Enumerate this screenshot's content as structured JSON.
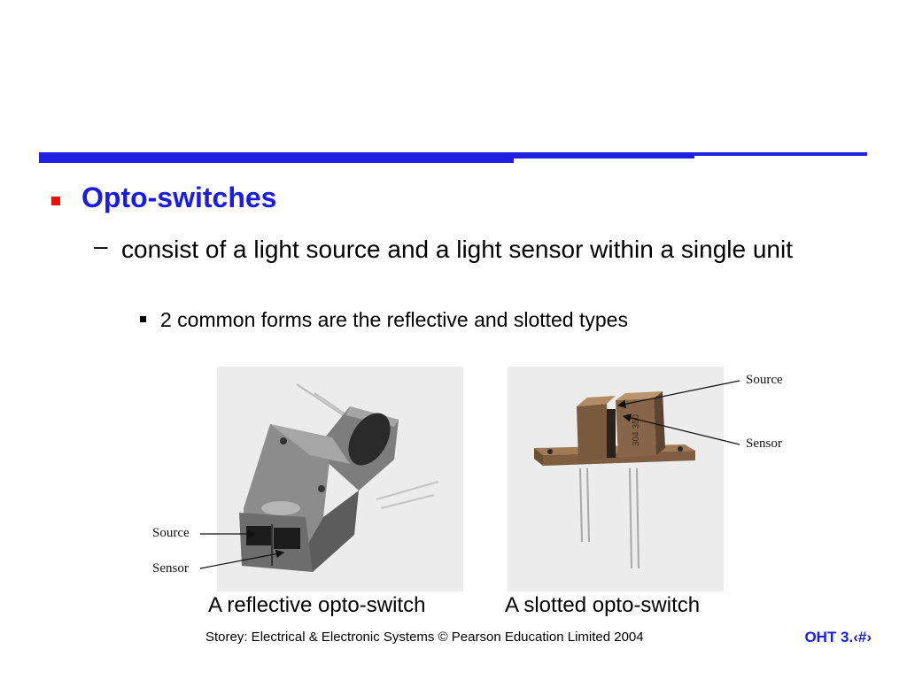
{
  "slide": {
    "heading": "Opto-switches",
    "dash": "–",
    "point": "consist of a light source and a light sensor within a single unit",
    "subpoint": "2 common forms are the reflective and slotted types"
  },
  "figure_left": {
    "caption": "A reflective opto-switch",
    "label_source": "Source",
    "label_sensor": "Sensor"
  },
  "figure_right": {
    "caption": "A slotted opto-switch",
    "label_source": "Source",
    "label_sensor": "Sensor"
  },
  "footer": {
    "credit": "Storey: Electrical & Electronic Systems © Pearson Education Limited 2004",
    "page": "OHT 3.‹#›"
  },
  "colors": {
    "accent": "#1b1be6",
    "bullet": "#e8120c"
  }
}
